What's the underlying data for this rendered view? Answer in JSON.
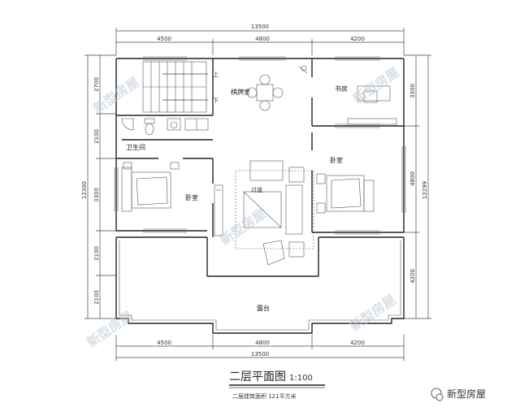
{
  "dimensions": {
    "top_total": "13500",
    "top_segments": [
      "4500",
      "4800",
      "4200"
    ],
    "bottom_total": "13500",
    "bottom_segments": [
      "4500",
      "4800",
      "4200"
    ],
    "left_total": "12300",
    "left_segments": [
      "2700",
      "2100",
      "3300",
      "2100",
      "2100"
    ],
    "right_segments": [
      "3300",
      "4800",
      "4200"
    ],
    "right_total": "12299"
  },
  "rooms": {
    "chess_room": "棋牌室",
    "study": "书房",
    "bathroom": "卫生间",
    "bedroom_left": "卧室",
    "bedroom_right": "卧室",
    "corridor": "过道",
    "terrace": "露台",
    "stair_up": "上",
    "stair_down": "下"
  },
  "watermark": "新型房屋",
  "title": {
    "main": "二层平面图",
    "scale": "1:100",
    "area": "二层建筑面积  121平方米"
  },
  "brand": "新型房屋"
}
